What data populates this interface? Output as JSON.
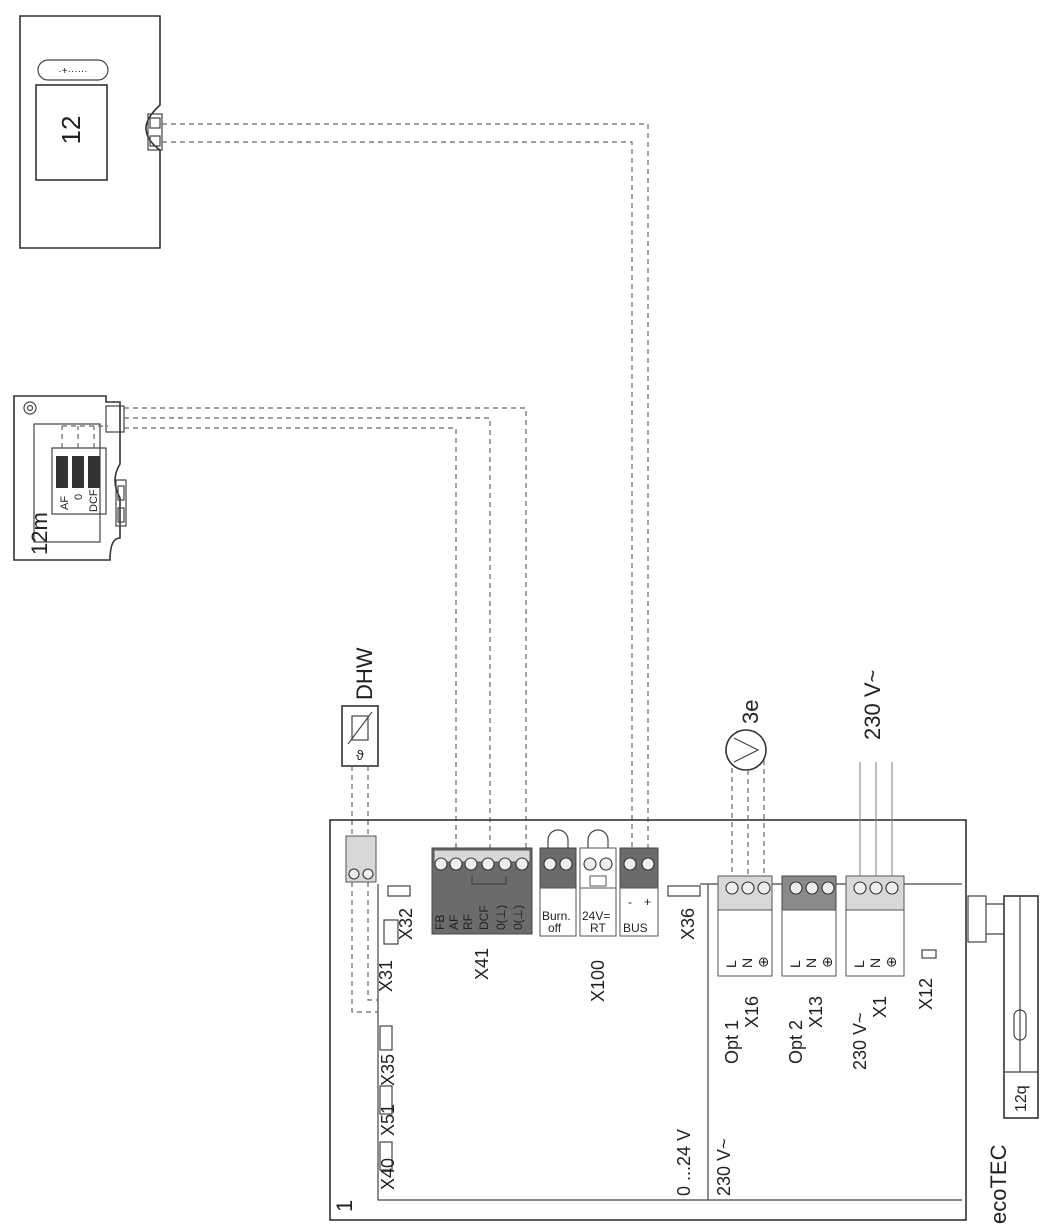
{
  "devices": {
    "controller_label": "12",
    "remote_label": "12m",
    "remote_terminals": [
      "AF",
      "0",
      "DCF"
    ],
    "board_label": "1",
    "boiler_label": "ecoTEC",
    "fuse_label": "12q",
    "dhw_label": "DHW",
    "pump_label": "3e",
    "mains_label": "230 V~"
  },
  "connectors": {
    "x31": "X31",
    "x32": "X32",
    "x35": "X35",
    "x51": "X51",
    "x40": "X40",
    "x41": "X41",
    "x100": "X100",
    "x36": "X36",
    "x16": "X16",
    "x13": "X13",
    "x1": "X1",
    "x12": "X12"
  },
  "x41_terminals": [
    "FB",
    "AF",
    "RF",
    "DCF",
    "0(⊥)",
    "0(⊥)"
  ],
  "x100_blocks": {
    "burn": [
      "Burn.",
      "off"
    ],
    "rt": [
      "24V=",
      "RT"
    ],
    "bus": "BUS",
    "bus_minus": "-",
    "bus_plus": "+"
  },
  "opt": {
    "opt1": "Opt 1",
    "opt2": "Opt 2",
    "mains": "230 V~",
    "lnpe": [
      "L",
      "N",
      "⊕"
    ]
  },
  "zones": {
    "low_voltage": "0 ...24 V",
    "high_voltage": "230 V~"
  }
}
